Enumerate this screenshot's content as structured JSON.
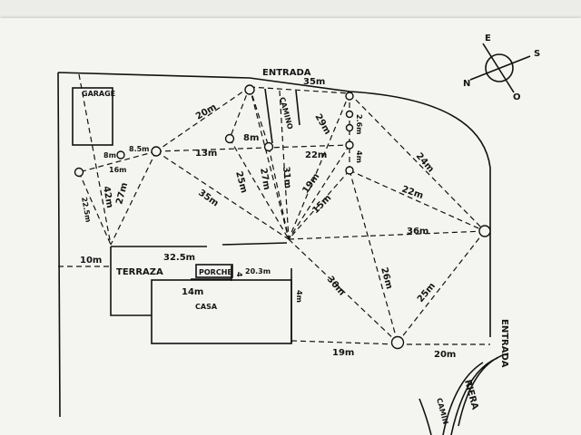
{
  "labels": {
    "entrada_top": "ENTRADA",
    "entrada_right": "ENTRADA",
    "garage": "GARAGE",
    "camino": "CAMINO",
    "camino_bottom": "CAMIN",
    "riera": "RIERA",
    "terraza": "TERRAZA",
    "porche": "PORCHE",
    "casa": "CASA"
  },
  "compass": {
    "n": "N",
    "e": "E",
    "s": "S",
    "o": "O"
  },
  "distances": {
    "d35_top": "35m",
    "d20": "20m",
    "d8": "8m",
    "d29": "29m",
    "d26_top": "2.6m",
    "d4": "4m",
    "d8_5": "8.5m",
    "d8b": "8m",
    "d16": "16m",
    "d13": "13m",
    "d22_mid": "22m",
    "d24_right": "24m",
    "d22_right": "22m",
    "d22_5": "22.5m",
    "d42": "42m",
    "d27": "27m",
    "d35_diag": "35m",
    "d25": "25m",
    "d27b": "27m",
    "d31": "31m",
    "d19_diag": "19m",
    "d15": "15m",
    "d36": "36m",
    "d10": "10m",
    "d32_5": "32.5m",
    "d4_porche": "4",
    "d20_3": "20.3m",
    "d14": "14m",
    "d4b": "4m",
    "d30": "30m",
    "d26_mid": "26m",
    "d25_right": "25m",
    "d19_bottom": "19m",
    "d20_bottom": "20m"
  }
}
